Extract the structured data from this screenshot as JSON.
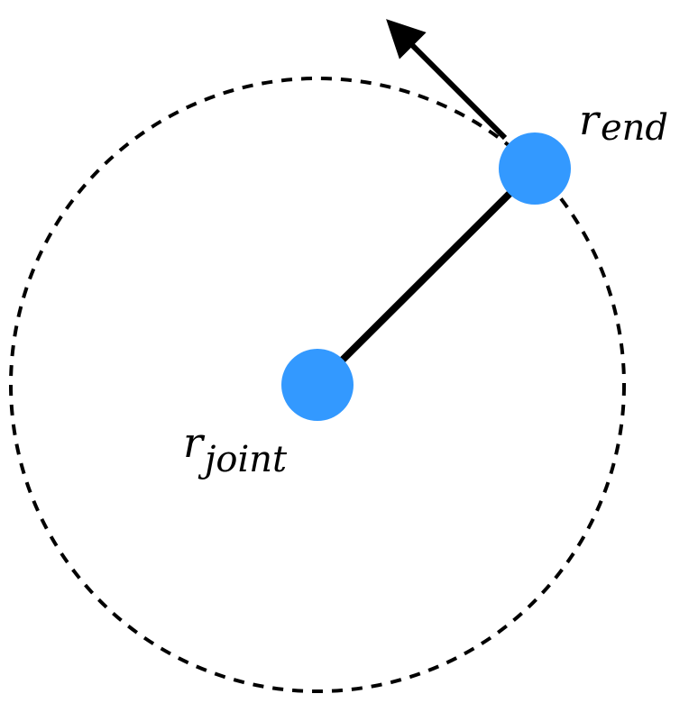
{
  "diagram": {
    "labels": {
      "end_base": "r",
      "end_subscript": "end",
      "joint_base": "r",
      "joint_subscript": "joint"
    },
    "colors": {
      "node_fill": "#3399ff",
      "line": "#000000",
      "circle_stroke": "#000000",
      "background": "#ffffff"
    },
    "icons": {
      "direction_arrow": "arrowhead-icon"
    }
  }
}
